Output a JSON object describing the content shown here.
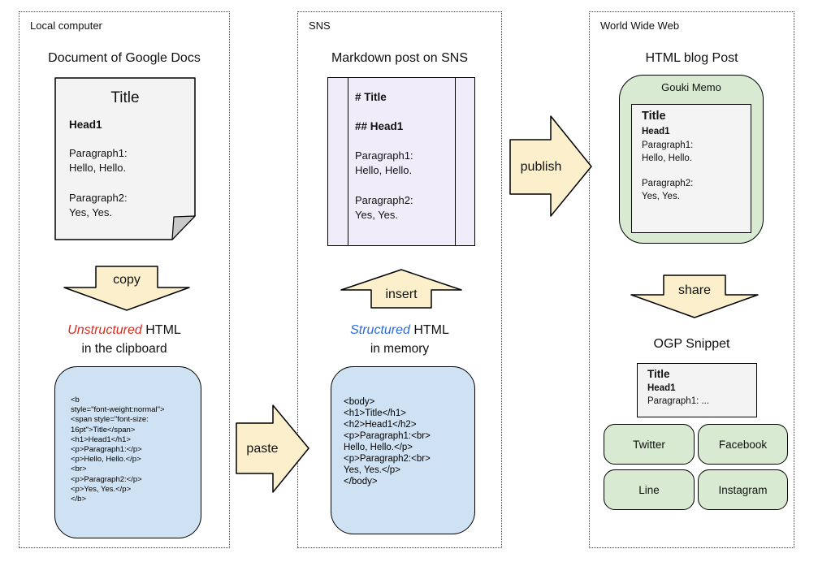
{
  "local": {
    "label": "Local computer",
    "heading": "Document of Google Docs",
    "document": {
      "title": "Title",
      "head1": "Head1",
      "p1": "Paragraph1:",
      "p1_body": "Hello, Hello.",
      "p2": "Paragraph2:",
      "p2_body": "Yes, Yes."
    },
    "caption": {
      "emphasis": "Unstructured",
      "rest": " HTML",
      "line2": "in the clipboard"
    },
    "code_lines": [
      "<b",
      "style=\"font-weight:normal\">",
      "<span style=\"font-size:",
      "16pt\">Title</span>",
      "<h1>Head1</h1>",
      "<p>Paragraph1:</p>",
      "<p>Hello, Hello.</p>",
      "<br>",
      "<p>Paragraph2:</p>",
      "<p>Yes, Yes.</p>",
      "</b>"
    ]
  },
  "sns": {
    "label": "SNS",
    "heading": "Markdown post on SNS",
    "markdown": {
      "title": "# Title",
      "head1": "## Head1",
      "p1": "Paragraph1:",
      "p1_body": "Hello, Hello.",
      "p2": "Paragraph2:",
      "p2_body": "Yes, Yes."
    },
    "caption": {
      "emphasis": "Structured",
      "rest": " HTML",
      "line2": "in memory"
    },
    "code_lines": [
      "<body>",
      "<h1>Title</h1>",
      "<h2>Head1</h2>",
      "<p>Paragraph1:<br>",
      "Hello, Hello.</p>",
      "<p>Paragraph2:<br>",
      "Yes, Yes.</p>",
      "</body>"
    ]
  },
  "web": {
    "label": "World Wide Web",
    "heading": "HTML blog Post",
    "blog": {
      "site_name": "Gouki Memo",
      "title": "Title",
      "head1": "Head1",
      "p1": "Paragraph1:",
      "p1_body": "Hello, Hello.",
      "p2": "Paragraph2:",
      "p2_body": "Yes, Yes."
    },
    "ogp": {
      "heading": "OGP Snippet",
      "title": "Title",
      "head1": "Head1",
      "p1": "Paragraph1: ..."
    },
    "share_buttons": [
      "Twitter",
      "Facebook",
      "Line",
      "Instagram"
    ]
  },
  "arrows": {
    "copy": "copy",
    "paste": "paste",
    "insert": "insert",
    "publish": "publish",
    "share": "share"
  },
  "colors": {
    "arrow_fill": "#fcf0cc",
    "code_box_fill": "#cfe2f3",
    "green_fill": "#d9ead3",
    "markdown_fill": "#f1ecfa",
    "document_fill": "#f3f3f3",
    "fold_gray": "#c9c9c9",
    "unstructured_red": "#e02b1d",
    "structured_blue": "#2a6be2"
  }
}
